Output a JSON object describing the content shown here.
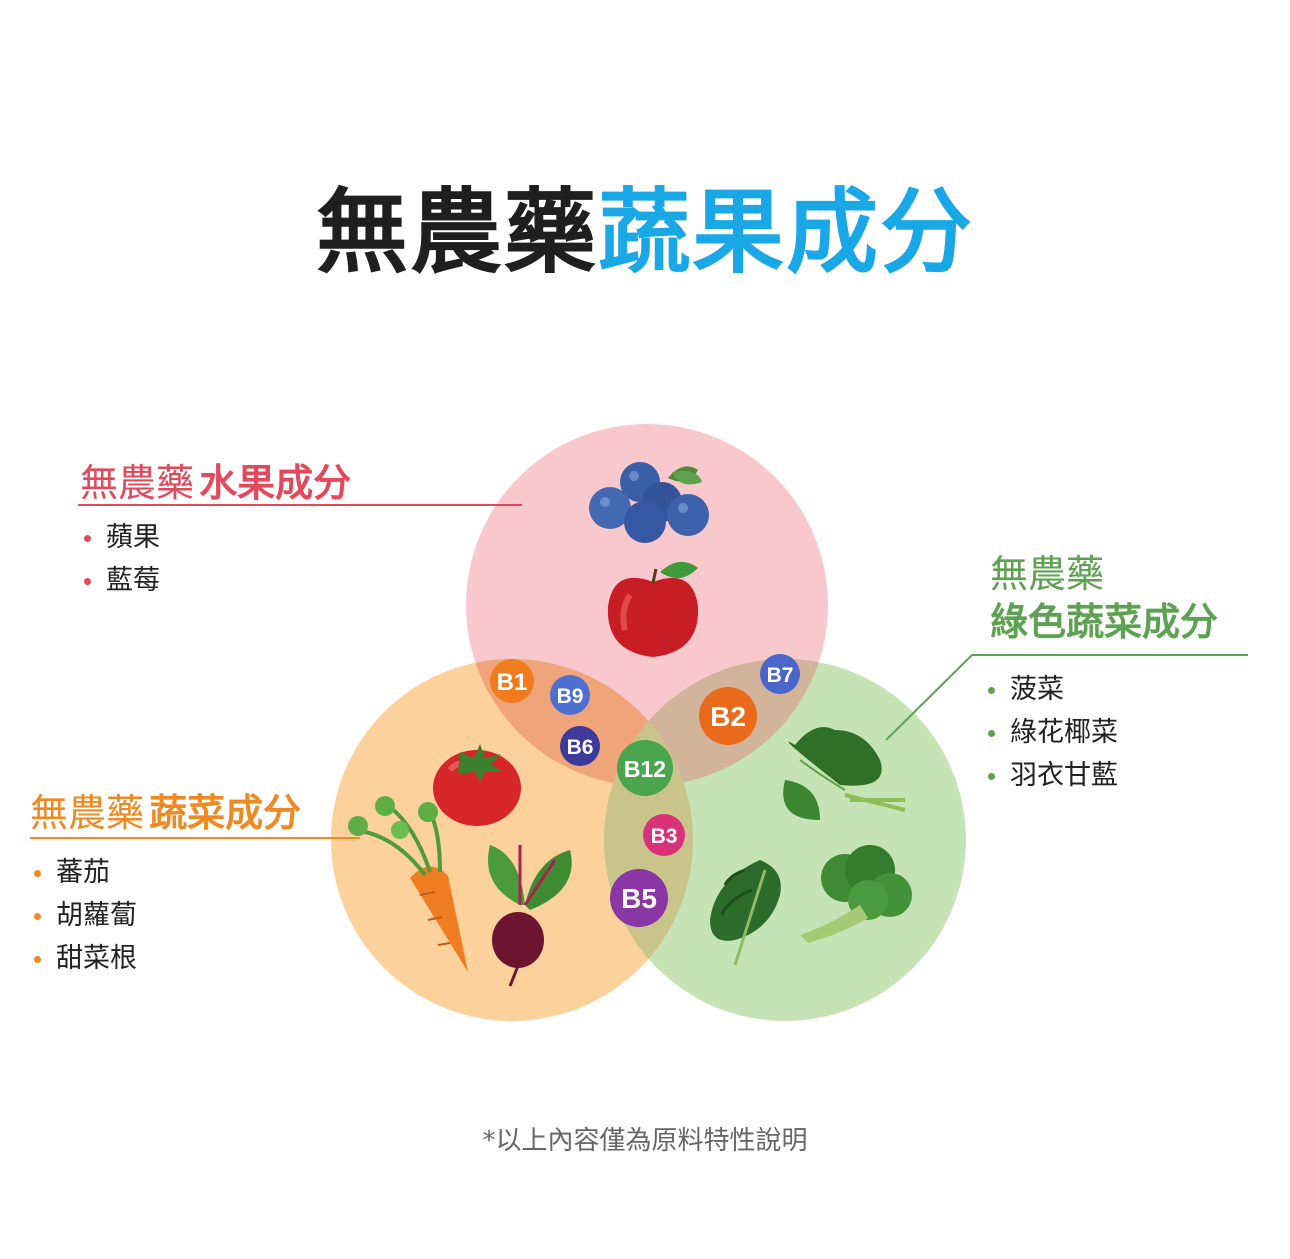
{
  "title": {
    "part_dark": "無農藥",
    "part_blue": "蔬果成分"
  },
  "groups": {
    "fruit": {
      "prefix": "無農藥",
      "suffix": "水果成分",
      "items": [
        "蘋果",
        "藍莓"
      ]
    },
    "veg": {
      "prefix": "無農藥",
      "suffix": "蔬菜成分",
      "items": [
        "蕃茄",
        "胡蘿蔔",
        "甜菜根"
      ]
    },
    "green": {
      "prefix": "無農藥",
      "suffix": "綠色蔬菜成分",
      "items": [
        "菠菜",
        "綠花椰菜",
        "羽衣甘藍"
      ]
    }
  },
  "vitamins": [
    "B1",
    "B9",
    "B6",
    "B7",
    "B2",
    "B12",
    "B3",
    "B5"
  ],
  "footnote": "*以上內容僅為原料特性說明",
  "colors": {
    "fruit": "#e3495d",
    "veg": "#ef8a22",
    "green": "#5ea152",
    "title_blue": "#1aa7e6",
    "title_dark": "#1f1f1f"
  },
  "icons": [
    "blueberry-icon",
    "apple-icon",
    "tomato-icon",
    "carrot-icon",
    "beetroot-icon",
    "spinach-icon",
    "kale-icon",
    "broccoli-icon"
  ]
}
